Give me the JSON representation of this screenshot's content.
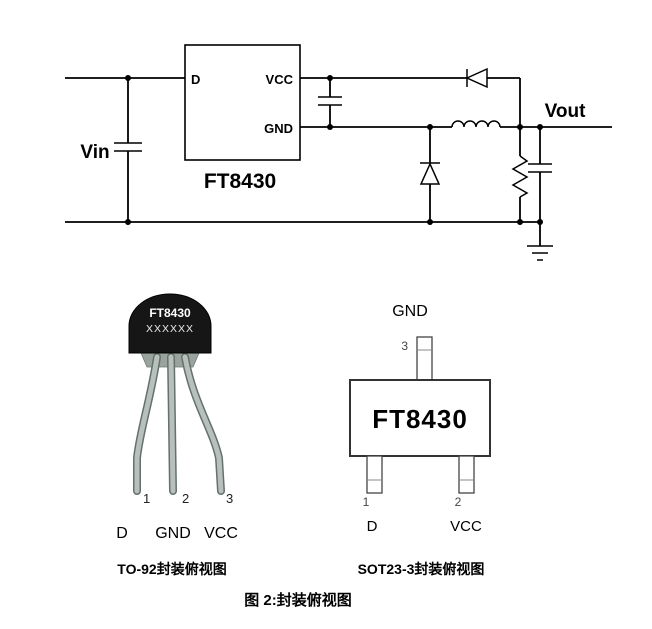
{
  "figure_caption": "图 2:封装俯视图",
  "schematic": {
    "ic_part_number": "FT8430",
    "pin_d": "D",
    "pin_vcc": "VCC",
    "pin_gnd": "GND",
    "input_label": "Vin",
    "output_label": "Vout",
    "pin_label_color": "#0000ff"
  },
  "to92": {
    "marking_line1": "FT8430",
    "marking_line2": "XXXXXX",
    "pins": [
      {
        "number": "1",
        "label": "D"
      },
      {
        "number": "2",
        "label": "GND"
      },
      {
        "number": "3",
        "label": "VCC"
      }
    ],
    "caption": "TO-92封装俯视图"
  },
  "sot23": {
    "marking": "FT8430",
    "top_pin": {
      "number": "3",
      "label": "GND"
    },
    "bottom_pins": [
      {
        "number": "1",
        "label": "D"
      },
      {
        "number": "2",
        "label": "VCC"
      }
    ],
    "caption": "SOT23-3封装俯视图"
  }
}
